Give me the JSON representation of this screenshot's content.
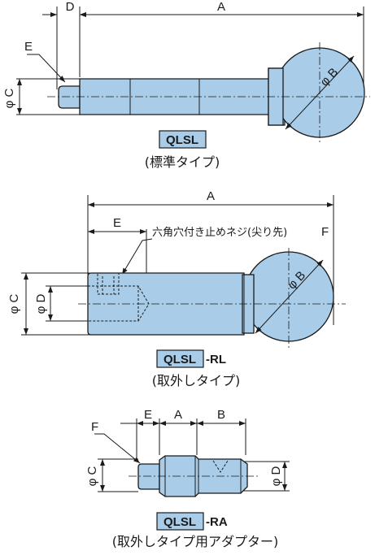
{
  "colors": {
    "part_fill": "#a9cde9",
    "line": "#1a1a1a",
    "background": "#ffffff"
  },
  "variants": [
    {
      "model": "QLSL",
      "model_suffix": "",
      "caption": "(標準タイプ)",
      "dims": {
        "d": "D",
        "a": "A",
        "e": "E",
        "c": "φ C",
        "b": "φ B"
      }
    },
    {
      "model": "QLSL",
      "model_suffix": "-RL",
      "caption": "(取外しタイプ)",
      "note": "六角穴付き止めネジ(尖り先)",
      "dims": {
        "a": "A",
        "e": "E",
        "f": "F",
        "c": "φ C",
        "d": "φ D",
        "b": "φ B"
      }
    },
    {
      "model": "QLSL",
      "model_suffix": "-RA",
      "caption": "(取外しタイプ用アダプター)",
      "dims": {
        "e": "E",
        "a": "A",
        "b": "B",
        "f": "F",
        "c": "φ C",
        "d": "φ D"
      }
    }
  ]
}
